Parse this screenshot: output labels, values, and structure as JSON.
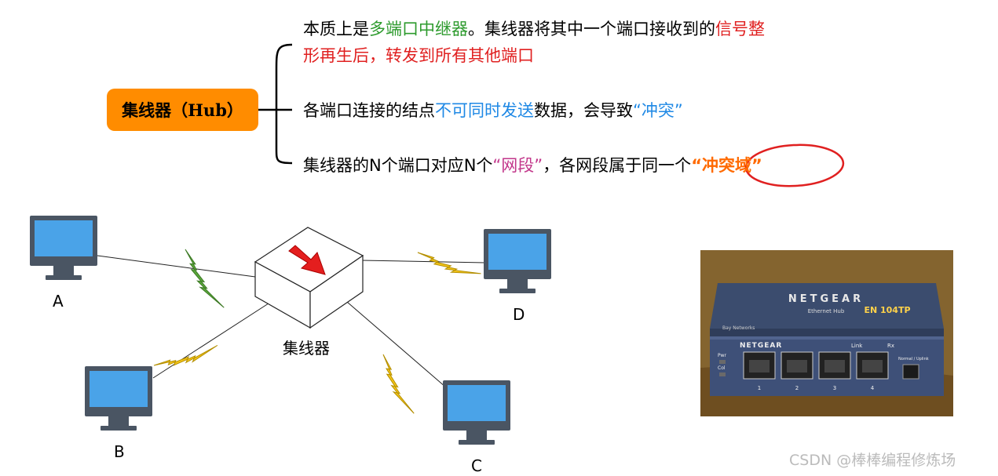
{
  "mindmap": {
    "root_label": "集线器（Hub）",
    "branch1": {
      "t1": "本质上是",
      "h1": "多端口中继器",
      "t2": "。集线器将其中一个端口接收到的",
      "h2a": "信号整",
      "h2b": "形再生后，转发到所有其他端口"
    },
    "branch2": {
      "t1": "各端口连接的结点",
      "h1": "不可同时发送",
      "t2": "数据，会导致",
      "h2": "“冲突”"
    },
    "branch3": {
      "t1": "集线器的N个端口对应N个",
      "h1": "“网段”",
      "t2": "，各网段属于同一个",
      "h2": "“冲突域”"
    }
  },
  "network": {
    "hub_label": "集线器",
    "computers": [
      "A",
      "B",
      "C",
      "D"
    ]
  },
  "photo": {
    "brand": "NETGEAR",
    "model": "EN 104TP",
    "subtitle": "Ethernet Hub",
    "maker": "Bay Networks",
    "link_label": "Link",
    "rx_label": "Rx",
    "pwr_label": "Pwr",
    "col_label": "Col",
    "port_numbers": [
      "1",
      "2",
      "3",
      "4"
    ],
    "uplink_label": "Normal / Uplink"
  },
  "watermark": "CSDN @棒棒编程修炼场",
  "colors": {
    "hub_node": "#ff8c00",
    "green": "#2e9b2e",
    "red": "#e02020",
    "blue": "#1e88e5",
    "magenta": "#c2368a",
    "orange": "#ff6a00"
  }
}
